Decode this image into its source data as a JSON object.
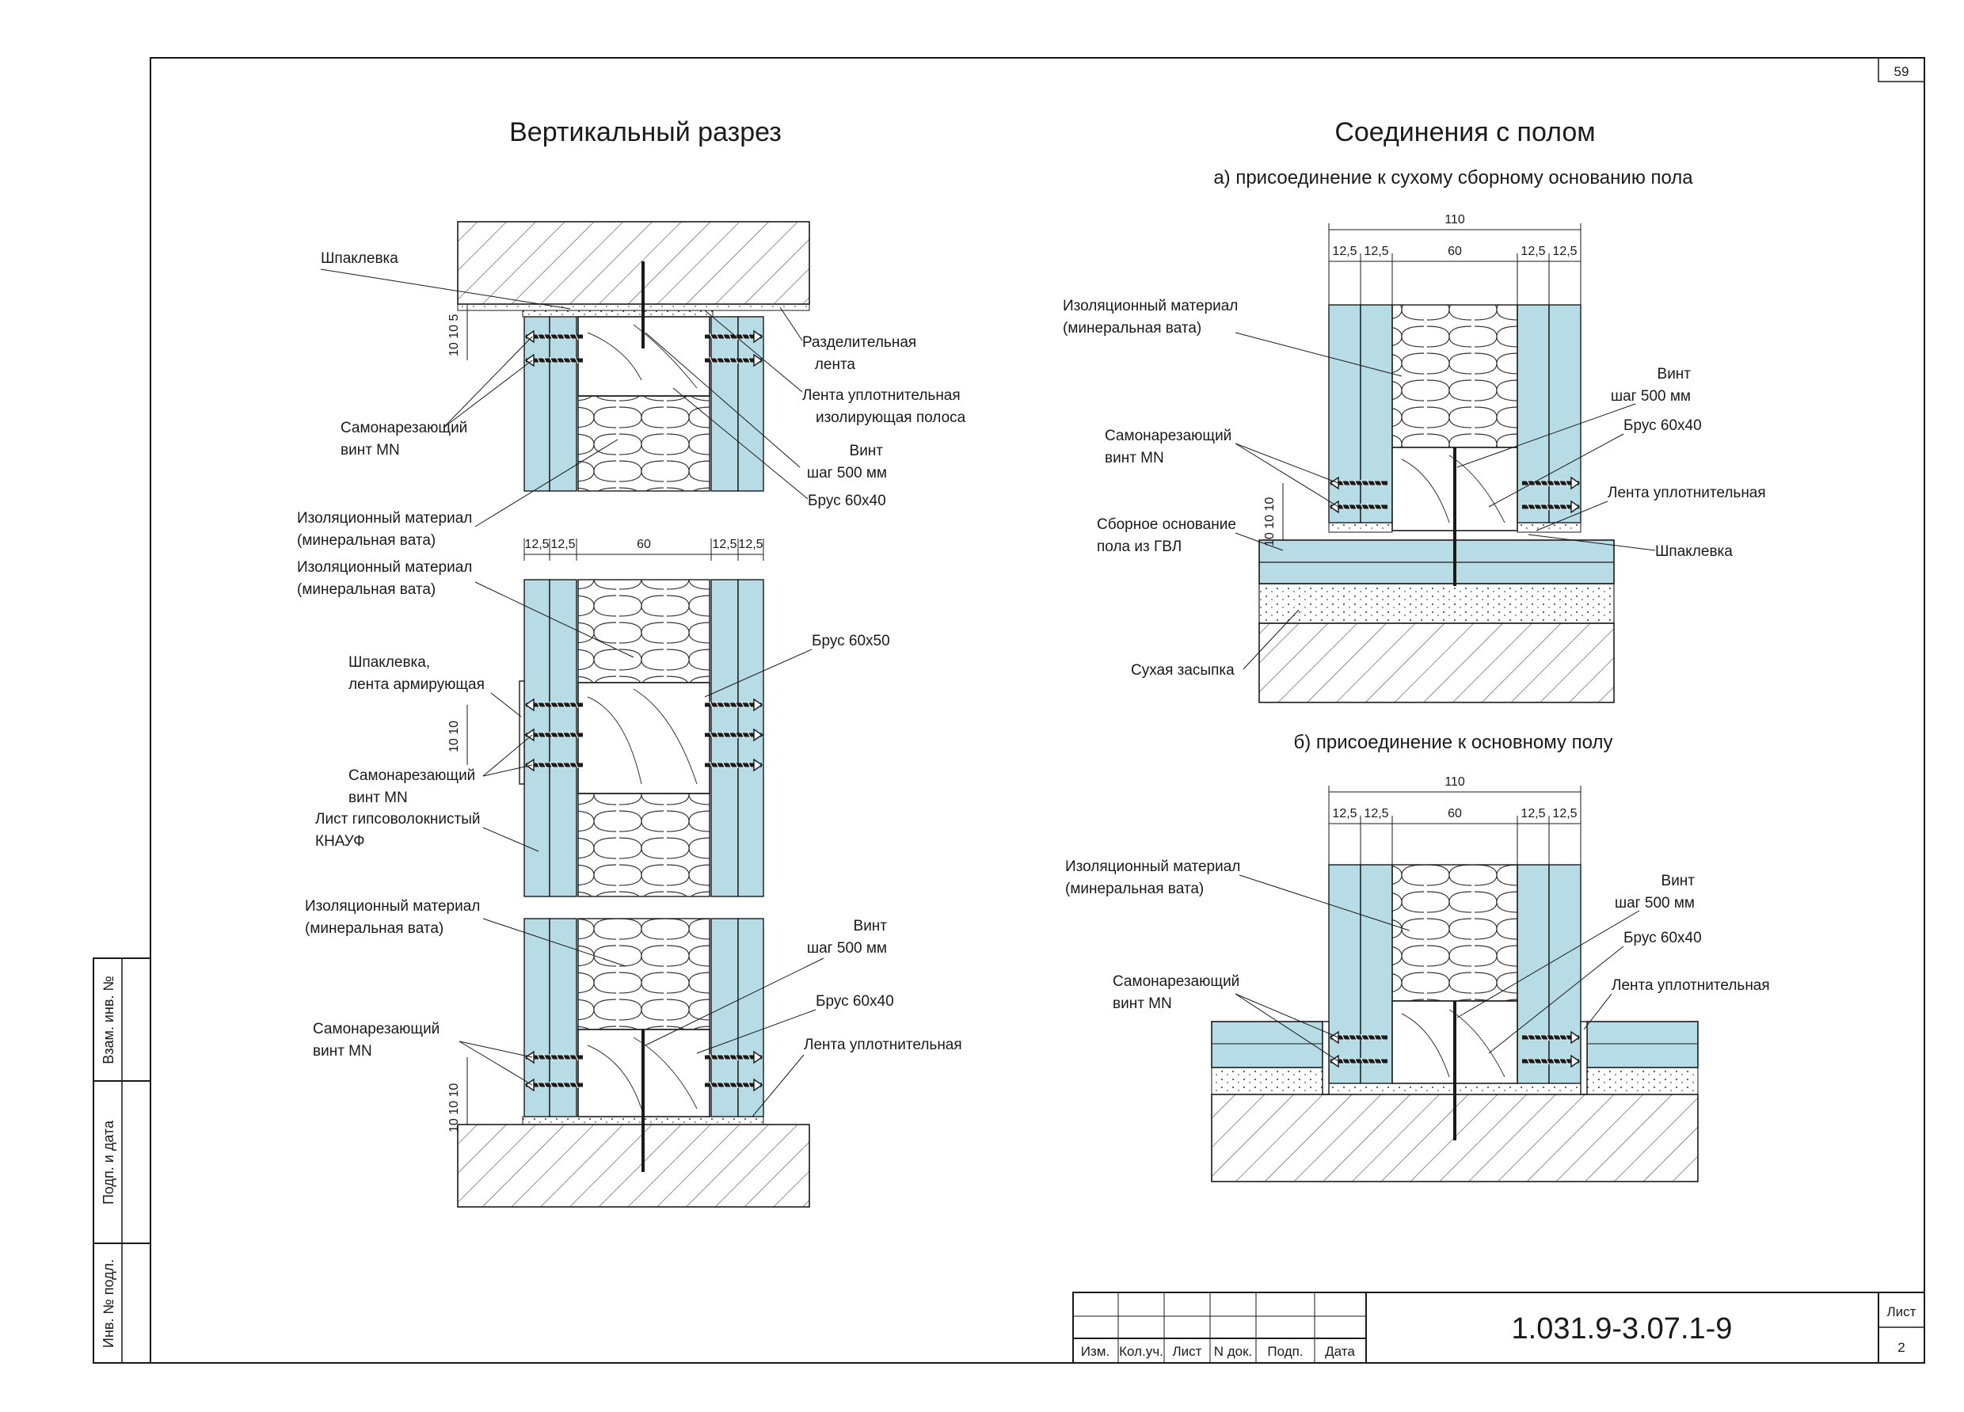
{
  "sheet_number_top": "59",
  "titles": {
    "left": "Вертикальный разрез",
    "right": "Соединения с полом",
    "right_a": "а) присоединение к сухому сборному основанию пола",
    "right_b": "б) присоединение к основному полу"
  },
  "left_top": {
    "putty": "Шпаклевка",
    "sep_tape_1": "Разделительная",
    "sep_tape_2": "лента",
    "seal_1": "Лента уплотнительная",
    "seal_2": "изолирующая полоса",
    "screw_1": "Самонарезающий",
    "screw_2": "винт MN",
    "vint_1": "Винт",
    "vint_2": "шаг 500 мм",
    "beam": "Брус 60x40",
    "insul_1": "Изоляционный материал",
    "insul_2": "(минеральная вата)",
    "dim_v": "10 10 5",
    "dims": [
      "12,5",
      "12,5",
      "60",
      "12,5",
      "12,5"
    ]
  },
  "left_mid": {
    "insul_1": "Изоляционный материал",
    "insul_2": "(минеральная вата)",
    "beam": "Брус 60x50",
    "putty_1": "Шпаклевка,",
    "putty_2": "лента армирующая",
    "screw_1": "Самонарезающий",
    "screw_2": "винт MN",
    "sheet_1": "Лист гипсоволокнистый",
    "sheet_2": "КНАУФ",
    "dim_v": "10 10"
  },
  "left_bot": {
    "insul_1": "Изоляционный материал",
    "insul_2": "(минеральная вата)",
    "vint_1": "Винт",
    "vint_2": "шаг 500 мм",
    "beam": "Брус 60x40",
    "seal": "Лента уплотнительная",
    "screw_1": "Самонарезающий",
    "screw_2": "винт MN",
    "dim_v": "10 10 10"
  },
  "right_a": {
    "dim_total": "110",
    "dims": [
      "12,5",
      "12,5",
      "60",
      "12,5",
      "12,5"
    ],
    "insul_1": "Изоляционный материал",
    "insul_2": "(минеральная вата)",
    "vint_1": "Винт",
    "vint_2": "шаг 500 мм",
    "beam": "Брус 60x40",
    "screw_1": "Самонарезающий",
    "screw_2": "винт MN",
    "seal": "Лента уплотнительная",
    "base_1": "Сборное основание",
    "base_2": "пола из ГВЛ",
    "putty": "Шпаклевка",
    "fill": "Сухая засыпка",
    "dim_v": "10 10 10"
  },
  "right_b": {
    "dim_total": "110",
    "dims": [
      "12,5",
      "12,5",
      "60",
      "12,5",
      "12,5"
    ],
    "insul_1": "Изоляционный материал",
    "insul_2": "(минеральная вата)",
    "vint_1": "Винт",
    "vint_2": "шаг 500 мм",
    "beam": "Брус 60x40",
    "screw_1": "Самонарезающий",
    "screw_2": "винт MN",
    "seal": "Лента уплотнительная"
  },
  "side_stamp": [
    "Взам. инв. №",
    "Подп. и дата",
    "Инв. № подл."
  ],
  "stamp": {
    "cols": [
      "Изм.",
      "Кол.уч.",
      "Лист",
      "N док.",
      "Подп.",
      "Дата"
    ],
    "code": "1.031.9-3.07.1-9",
    "sheet_label": "Лист",
    "sheet_num": "2"
  },
  "colors": {
    "board": "#b7dce5",
    "line": "#1a1a1a",
    "hatch": "#555555"
  }
}
